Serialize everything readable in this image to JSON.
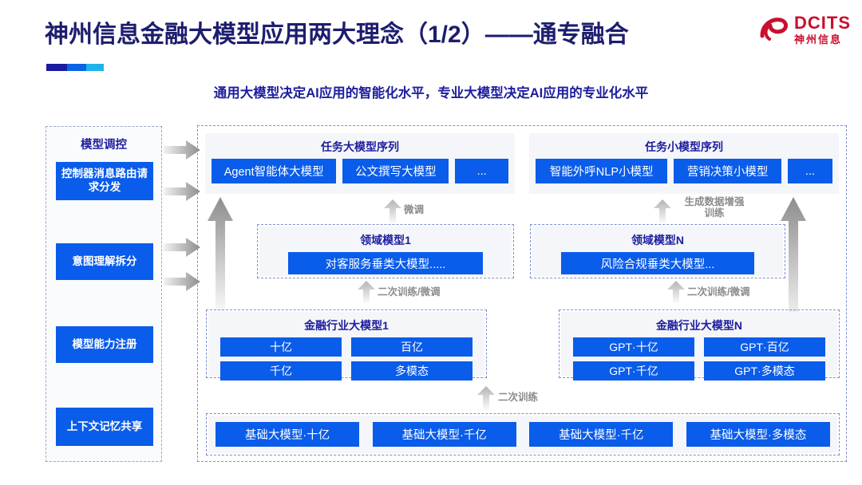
{
  "header": {
    "title": "神州信息金融大模型应用两大理念（1/2）——通专融合",
    "subtitle": "通用大模型决定AI应用的智能化水平，专业大模型决定AI应用的专业化水平",
    "logo": {
      "en": "DCITS",
      "cn": "神州信息",
      "color": "#c8102e"
    }
  },
  "colors": {
    "title_blue": "#1d1d6e",
    "chip_blue": "#0a5cea",
    "group_bg": "#f4f6fa",
    "dash_border": "#7f8fd0",
    "arrow_grey": "#9e9e9e",
    "label_grey": "#8a8a8a",
    "accent1": "#1b1b9e",
    "accent2": "#0b63e6",
    "accent3": "#20b3e8"
  },
  "control_panel": {
    "title": "模型调控",
    "items": [
      {
        "label": "控制器消息路由请求分发"
      },
      {
        "label": "意图理解拆分"
      },
      {
        "label": "模型能力注册"
      },
      {
        "label": "上下文记忆共享"
      }
    ]
  },
  "task_sequences": [
    {
      "title": "任务大模型序列",
      "chips": [
        "Agent智能体大模型",
        "公文撰写大模型",
        "..."
      ]
    },
    {
      "title": "任务小模型序列",
      "chips": [
        "智能外呼NLP小模型",
        "营销决策小模型",
        "..."
      ]
    }
  ],
  "domain_models": [
    {
      "title": "领域模型1",
      "chip": "对客服务垂类大模型....."
    },
    {
      "title": "领域模型N",
      "chip": "风险合规垂类大模型..."
    }
  ],
  "industry_models": [
    {
      "title": "金融行业大模型1",
      "chips": [
        "十亿",
        "百亿",
        "千亿",
        "多模态"
      ]
    },
    {
      "title": "金融行业大模型N",
      "chips": [
        "GPT·十亿",
        "GPT·百亿",
        "GPT·千亿",
        "GPT·多模态"
      ]
    }
  ],
  "base_models": {
    "chips": [
      "基础大模型·十亿",
      "基础大模型·千亿",
      "基础大模型·千亿",
      "基础大模型·多模态"
    ]
  },
  "arrow_labels": {
    "fine_tune": "微调",
    "data_aug": "生成数据增强\n训练",
    "data_aug_line1": "生成数据增强",
    "data_aug_line2": "训练",
    "retrain_finetune_left": "二次训练/微调",
    "retrain_finetune_right": "二次训练/微调",
    "retrain": "二次训练"
  }
}
